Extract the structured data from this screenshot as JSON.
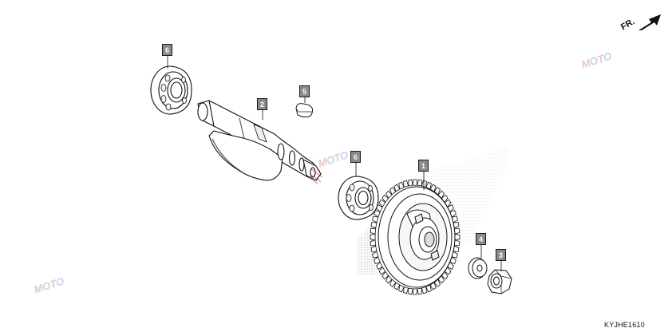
{
  "parts": [
    {
      "key": "bearing_left",
      "callout": "6"
    },
    {
      "key": "balancer_shaft",
      "callout": "2"
    },
    {
      "key": "key",
      "callout": "5"
    },
    {
      "key": "bearing_right",
      "callout": "6"
    },
    {
      "key": "balancer_gear",
      "callout": "1"
    },
    {
      "key": "washer",
      "callout": "4"
    },
    {
      "key": "nut",
      "callout": "3"
    }
  ],
  "direction_indicator": {
    "label": "FR."
  },
  "diagram_code": "KYJHE1610",
  "watermark": {
    "text_a": "M",
    "text_o": "O",
    "text_b": "T",
    "text_o2": "O"
  },
  "colors": {
    "callout_fill": "#8a8a8a",
    "line": "#111111",
    "watermark_red": "#e6b7b7",
    "watermark_blue": "#b9c7e8"
  }
}
